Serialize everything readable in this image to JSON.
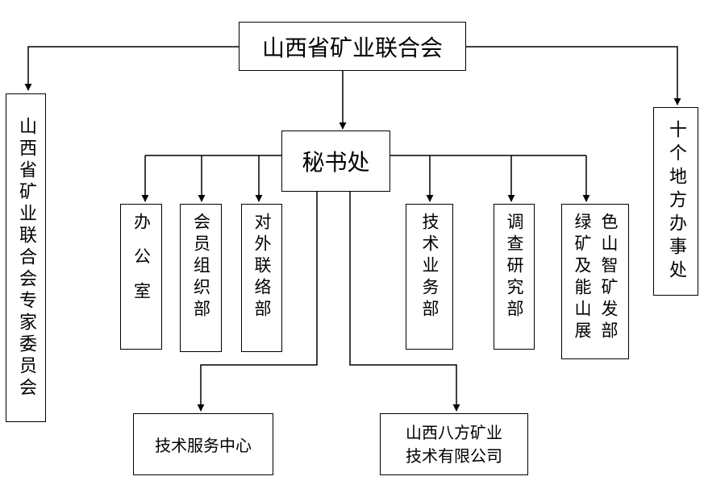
{
  "root": "山西省矿业联合会",
  "secretariat": "秘书处",
  "expert_committee": "山西省矿业联合会专家委员会",
  "local_offices": "十个地方办事处",
  "office": "办公室",
  "member_org": "会员组织部",
  "external_liaison": "对外联络部",
  "tech_business": "技术业务部",
  "survey_research": "调查研究部",
  "green_mining_col1": "绿矿及能山展",
  "green_mining_col2": "色山智矿发部",
  "tech_service_center": "技术服务中心",
  "bafang_line1": "山西八方矿业",
  "bafang_line2": "技术有限公司"
}
